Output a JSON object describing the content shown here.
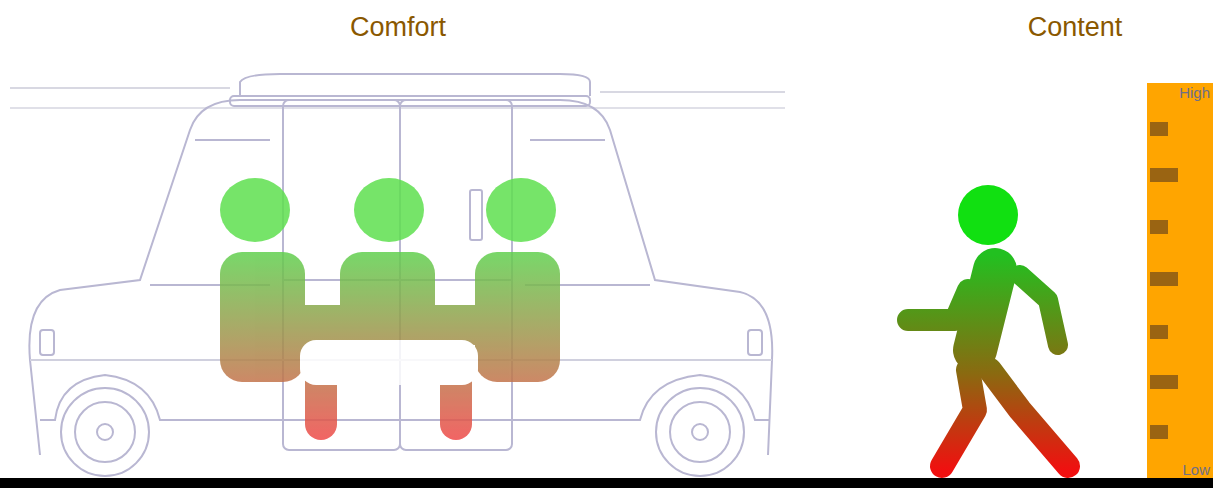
{
  "diagram": {
    "nodes": [
      {
        "text": [
          "High",
          "Low"
        ]
      }
    ],
    "labels": [
      "Comfort",
      "Content"
    ]
  }
}
